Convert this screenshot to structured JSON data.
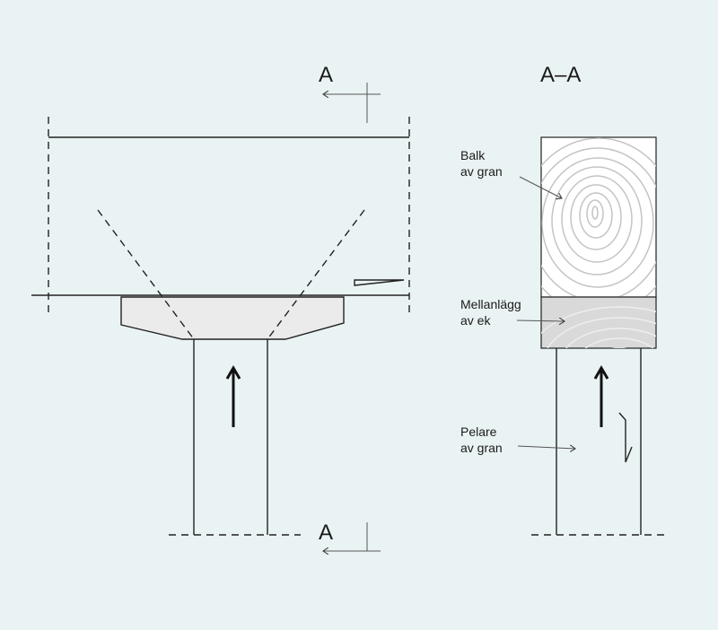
{
  "section_marks": {
    "top": "A",
    "bottom": "A"
  },
  "section_title": "A–A",
  "labels": {
    "beam": [
      "Balk",
      "av gran"
    ],
    "spacer": [
      "Mellanlägg",
      "av ek"
    ],
    "column": [
      "Pelare",
      "av gran"
    ]
  },
  "colors": {
    "background": "#eaf3f3",
    "spacer_fill": "#d9d9d9",
    "plate_fill": "#ebebeb",
    "grain": "#c4c4c4"
  }
}
